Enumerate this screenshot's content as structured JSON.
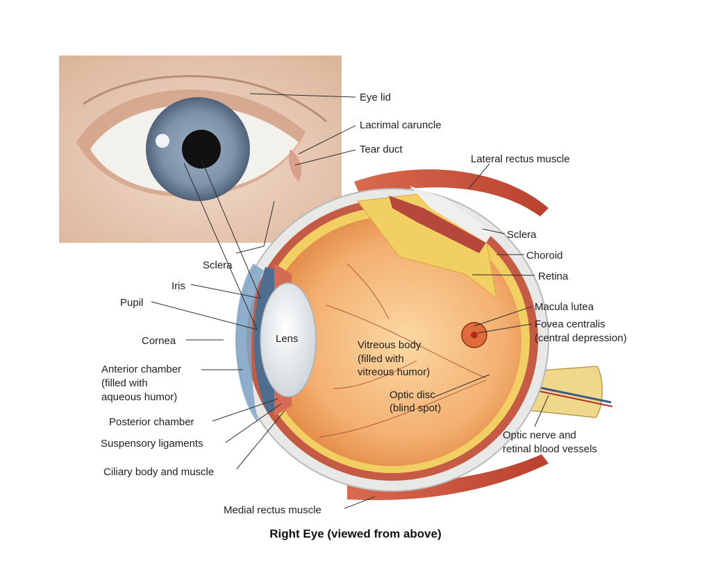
{
  "labels": {
    "eye_lid": "Eye lid",
    "lacrimal_caruncle": "Lacrimal caruncle",
    "tear_duct": "Tear duct",
    "lateral_rectus": "Lateral rectus muscle",
    "sclera_right": "Sclera",
    "choroid": "Choroid",
    "retina": "Retina",
    "macula_lutea": "Macula lutea",
    "fovea_centralis": "Fovea centralis",
    "fovea_note": "(central depression)",
    "sclera_left": "Sclera",
    "iris": "Iris",
    "pupil": "Pupil",
    "cornea": "Cornea",
    "lens": "Lens",
    "vitreous_1": "Vitreous body",
    "vitreous_2": "(filled with",
    "vitreous_3": "vitreous humor)",
    "anterior_1": "Anterior chamber",
    "anterior_2": "(filled with",
    "anterior_3": "aqueous humor)",
    "optic_disc_1": "Optic disc",
    "optic_disc_2": "(blind spot)",
    "posterior_chamber": "Posterior chamber",
    "suspensory": "Suspensory ligaments",
    "ciliary": "Ciliary body and muscle",
    "optic_nerve_1": "Optic nerve and",
    "optic_nerve_2": "retinal blood vessels",
    "medial_rectus": "Medial rectus muscle"
  },
  "caption": "Right Eye (viewed from above)",
  "colors": {
    "skin": "#e9cdb8",
    "iris": "#7f95ad",
    "sclera": "#f1f0ee",
    "choroid": "#b5473c",
    "retina": "#f2cf62",
    "vitreous": "#f3b071",
    "muscle": "#c9533b",
    "leader": "#2b2b2b"
  }
}
